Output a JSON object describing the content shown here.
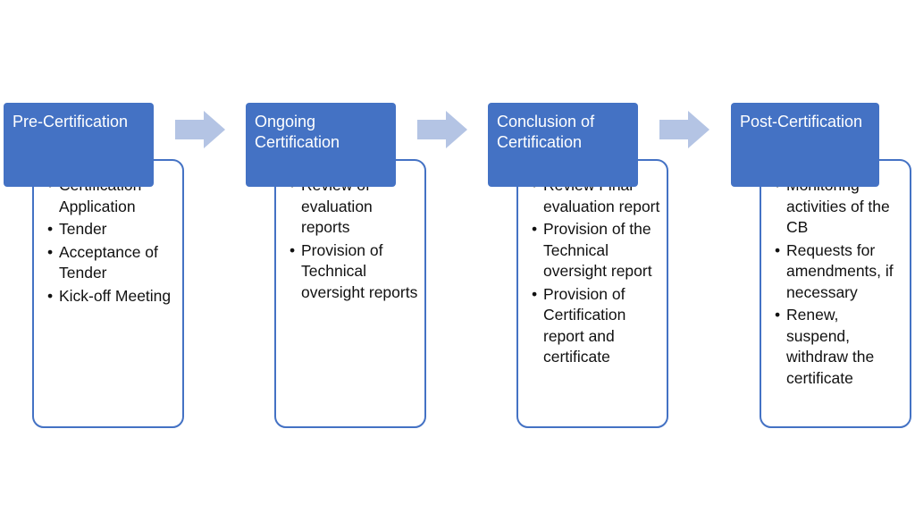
{
  "stages": [
    {
      "title": "Pre-Certification",
      "items": [
        "Certification Application",
        "Tender",
        "Acceptance of Tender",
        "Kick-off Meeting"
      ]
    },
    {
      "title": "Ongoing Certification",
      "items": [
        "Review of evaluation reports",
        "Provision of Technical oversight reports"
      ]
    },
    {
      "title": "Conclusion of Certification",
      "items": [
        "Review Final evaluation report",
        "Provision of the Technical oversight report",
        "Provision of Certification report and certificate"
      ]
    },
    {
      "title": "Post-Certification",
      "items": [
        "Monitoring activities of the CB",
        "Requests for amendments, if necessary",
        "Renew, suspend, withdraw the certificate"
      ]
    }
  ],
  "colors": {
    "header_fill": "#4472c4",
    "card_border": "#4472c4",
    "arrow_fill": "#b4c4e4"
  },
  "icons": {
    "bullet": "•",
    "arrow": "right-arrow-icon"
  }
}
